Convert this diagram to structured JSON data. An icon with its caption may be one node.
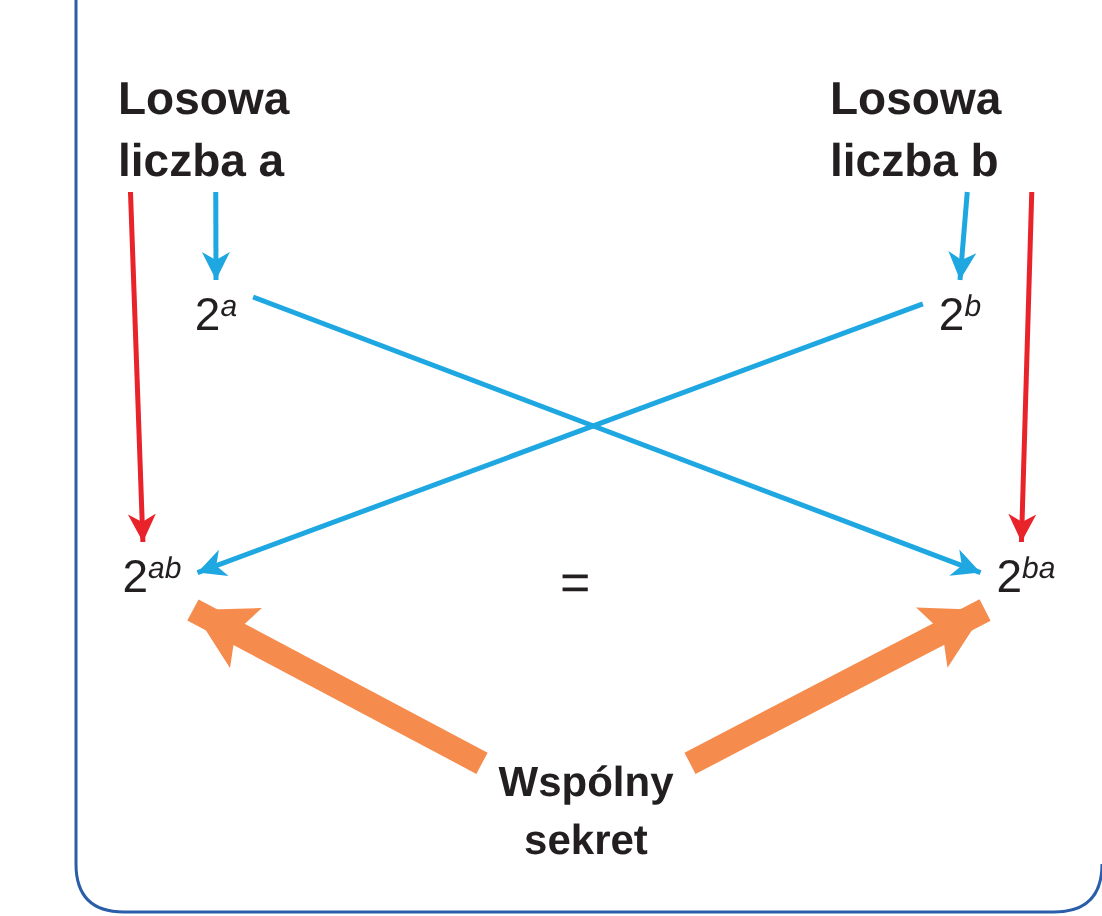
{
  "diagram": {
    "nodes": [
      {
        "text": [
          "Losowa liczba a"
        ]
      },
      {
        "text": [
          "Losowa liczba b"
        ]
      },
      {
        "text": [
          "2$^{a}$"
        ]
      },
      {
        "text": [
          "2$^{b}$"
        ]
      },
      {
        "text": [
          "2$^{ab}$"
        ]
      },
      {
        "text": [
          "2$^{ba}$"
        ]
      },
      {
        "text": [
          "Wspólny sekret"
        ]
      }
    ],
    "edges": [
      {
        "from": 0,
        "to": 2,
        "arrow": "to"
      },
      {
        "from": 0,
        "to": 4,
        "arrow": "to",
        "color": "#e8232a"
      },
      {
        "from": 1,
        "to": 3,
        "arrow": "to"
      },
      {
        "from": 1,
        "to": 5,
        "arrow": "to",
        "color": "#e8232a"
      },
      {
        "from": 2,
        "to": 5,
        "arrow": "to"
      },
      {
        "from": 3,
        "to": 4,
        "arrow": "to"
      },
      {
        "from": 6,
        "to": 4,
        "arrow": "to",
        "style": "thick",
        "color": "#f58b4c"
      },
      {
        "from": 6,
        "to": 5,
        "arrow": "to",
        "style": "thick",
        "color": "#f58b4c"
      }
    ],
    "labels": [
      "="
    ]
  }
}
